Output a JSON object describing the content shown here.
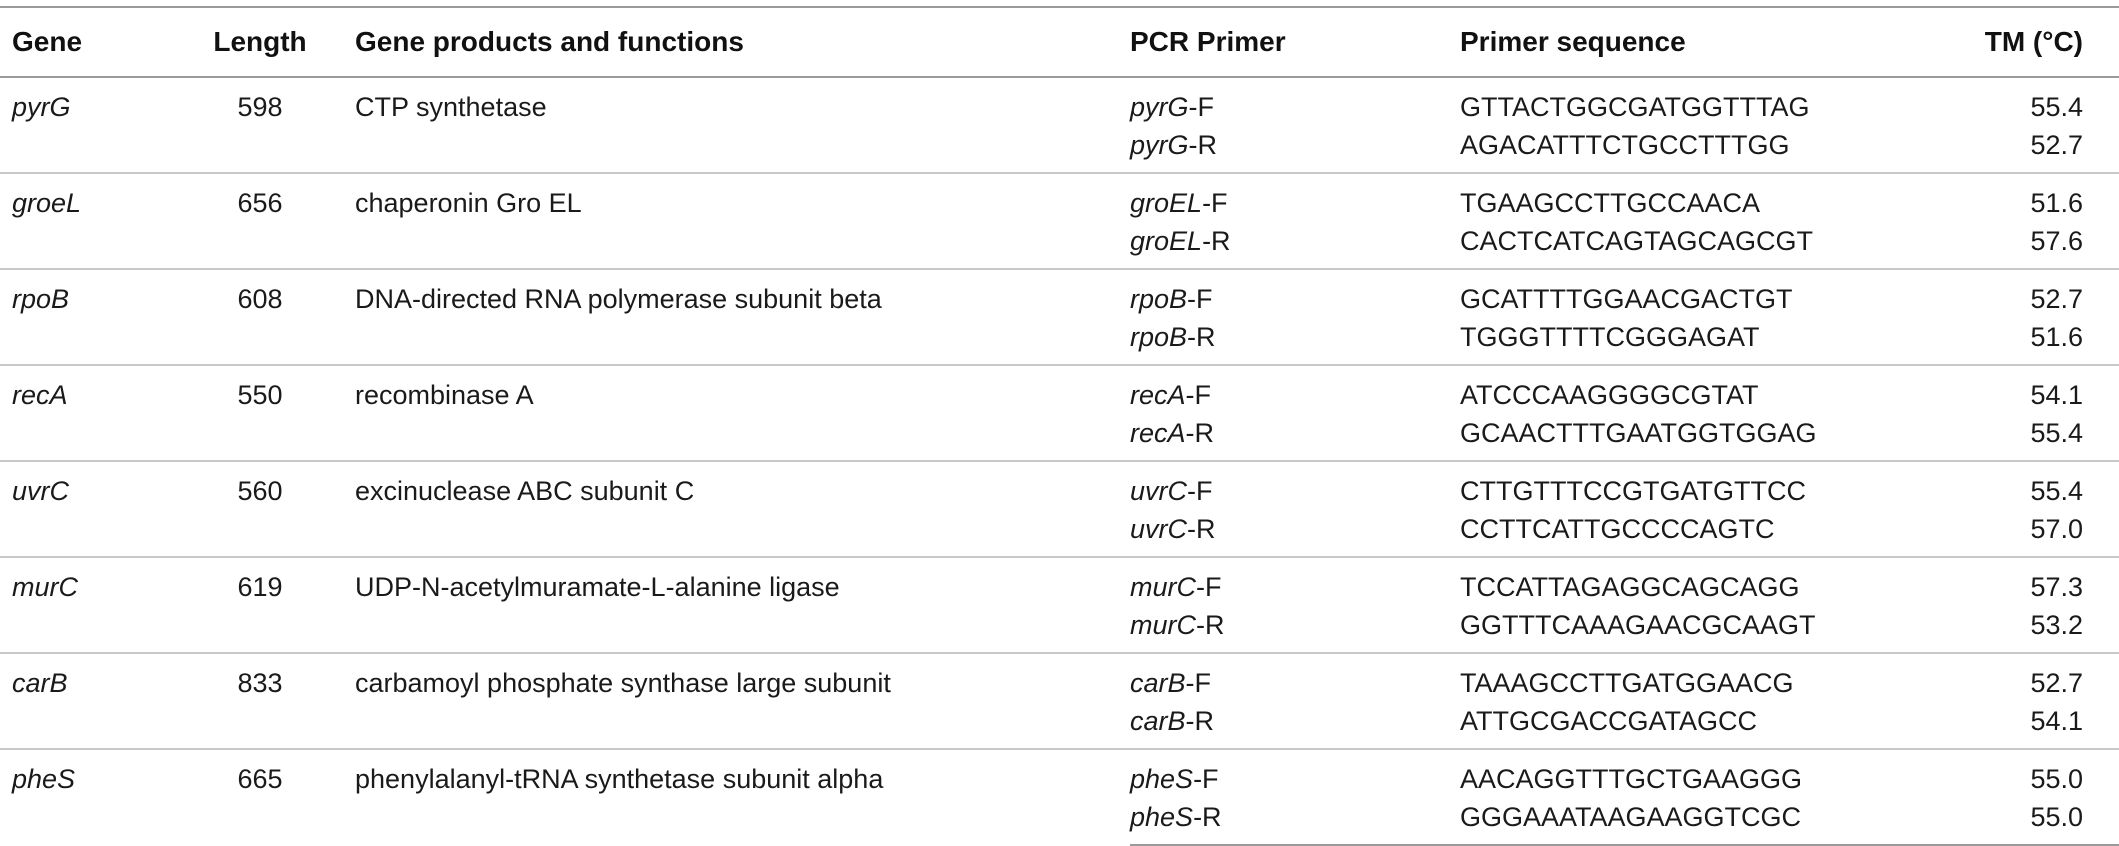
{
  "headers": {
    "gene": "Gene",
    "length": "Length",
    "products": "Gene products and functions",
    "primer": "PCR Primer",
    "sequence": "Primer sequence",
    "tm": "TM (°C)"
  },
  "rows": [
    {
      "gene": "pyrG",
      "length": "598",
      "product": "CTP synthetase",
      "primers": [
        {
          "name": "pyrG",
          "suffix": "-F",
          "sequence": "GTTACTGGCGATGGTTTAG",
          "tm": "55.4"
        },
        {
          "name": "pyrG",
          "suffix": "-R",
          "sequence": "AGACATTTCTGCCTTTGG",
          "tm": "52.7"
        }
      ]
    },
    {
      "gene": "groeL",
      "length": "656",
      "product": "chaperonin Gro EL",
      "primers": [
        {
          "name": "groEL",
          "suffix": "-F",
          "sequence": "TGAAGCCTTGCCAACA",
          "tm": "51.6"
        },
        {
          "name": "groEL",
          "suffix": "-R",
          "sequence": "CACTCATCAGTAGCAGCGT",
          "tm": "57.6"
        }
      ]
    },
    {
      "gene": "rpoB",
      "length": "608",
      "product": "DNA-directed RNA polymerase subunit beta",
      "primers": [
        {
          "name": "rpoB",
          "suffix": "-F",
          "sequence": "GCATTTTGGAACGACTGT",
          "tm": "52.7"
        },
        {
          "name": "rpoB",
          "suffix": "-R",
          "sequence": "TGGGTTTTCGGGAGAT",
          "tm": "51.6"
        }
      ]
    },
    {
      "gene": "recA",
      "length": "550",
      "product": "recombinase A",
      "primers": [
        {
          "name": "recA",
          "suffix": "-F",
          "sequence": "ATCCCAAGGGGCGTAT",
          "tm": "54.1"
        },
        {
          "name": "recA",
          "suffix": "-R",
          "sequence": "GCAACTTTGAATGGTGGAG",
          "tm": "55.4"
        }
      ]
    },
    {
      "gene": "uvrC",
      "length": "560",
      "product": "excinuclease ABC subunit C",
      "primers": [
        {
          "name": "uvrC",
          "suffix": "-F",
          "sequence": "CTTGTTTCCGTGATGTTCC",
          "tm": "55.4"
        },
        {
          "name": "uvrC",
          "suffix": "-R",
          "sequence": "CCTTCATTGCCCCAGTC",
          "tm": "57.0"
        }
      ]
    },
    {
      "gene": "murC",
      "length": "619",
      "product": "UDP-N-acetylmuramate-L-alanine ligase",
      "primers": [
        {
          "name": "murC",
          "suffix": "-F",
          "sequence": "TCCATTAGAGGCAGCAGG",
          "tm": "57.3"
        },
        {
          "name": "murC",
          "suffix": "-R",
          "sequence": "GGTTTCAAAGAACGCAAGT",
          "tm": "53.2"
        }
      ]
    },
    {
      "gene": "carB",
      "length": "833",
      "product": "carbamoyl phosphate synthase large subunit",
      "primers": [
        {
          "name": "carB",
          "suffix": "-F",
          "sequence": "TAAAGCCTTGATGGAACG",
          "tm": "52.7"
        },
        {
          "name": "carB",
          "suffix": "-R",
          "sequence": "ATTGCGACCGATAGCC",
          "tm": "54.1"
        }
      ]
    },
    {
      "gene": "pheS",
      "length": "665",
      "product": "phenylalanyl-tRNA synthetase subunit alpha",
      "primers": [
        {
          "name": "pheS",
          "suffix": "-F",
          "sequence": "AACAGGTTTGCTGAAGGG",
          "tm": "55.0"
        },
        {
          "name": "pheS",
          "suffix": "-R",
          "sequence": "GGGAAATAAGAAGGTCGC",
          "tm": "55.0"
        }
      ]
    }
  ]
}
